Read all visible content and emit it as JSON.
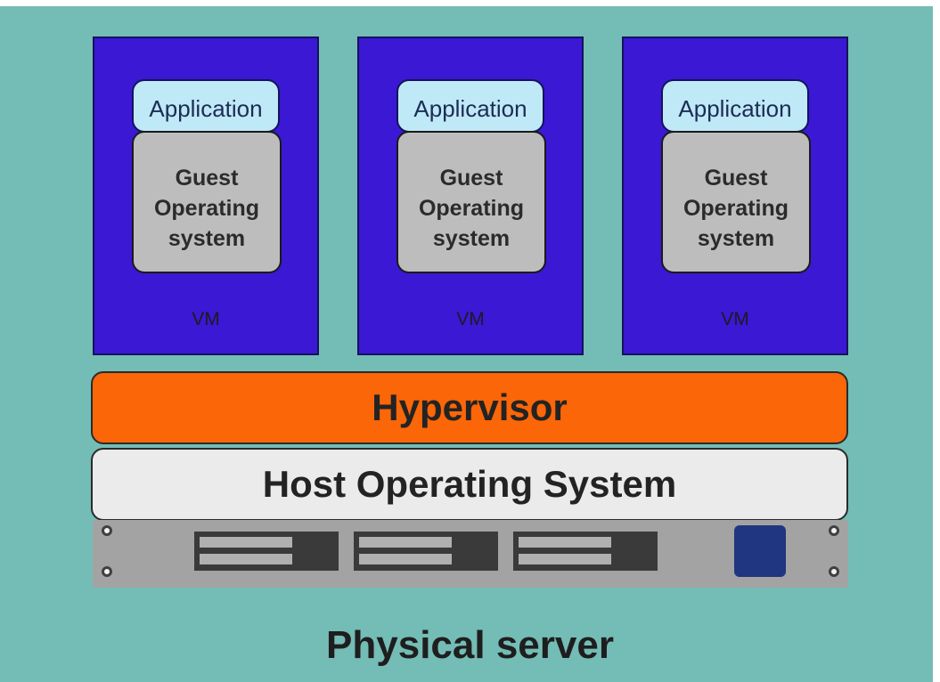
{
  "vms": [
    {
      "application": "Application",
      "guest_os_lines": [
        "Guest",
        "Operating",
        "system"
      ],
      "label": "VM"
    },
    {
      "application": "Application",
      "guest_os_lines": [
        "Guest",
        "Operating",
        "system"
      ],
      "label": "VM"
    },
    {
      "application": "Application",
      "guest_os_lines": [
        "Guest",
        "Operating",
        "system"
      ],
      "label": "VM"
    }
  ],
  "hypervisor": "Hypervisor",
  "host_os": "Host Operating System",
  "physical_server": "Physical server",
  "colors": {
    "background": "#74bcb6",
    "vm": "#3a18d4",
    "application": "#bfe9f6",
    "guest_os": "#bdbdbd",
    "hypervisor": "#fb6608",
    "host_os": "#ebebeb",
    "server": "#a3a3a3",
    "power_button": "#203680"
  }
}
